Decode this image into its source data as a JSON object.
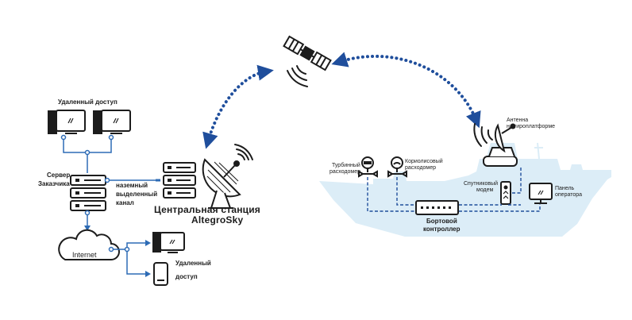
{
  "labels": {
    "remote_access_top": "Удаленный доступ",
    "server_line1": "Сервер",
    "server_line2": "Заказчика",
    "channel_line1": "наземный",
    "channel_line2": "выделенный",
    "channel_line3": "канал",
    "central_line1": "Центральная станция",
    "central_line2": "AltegroSky",
    "internet": "Internet",
    "remote_access_bottom_line1": "Удаленный",
    "remote_access_bottom_line2": "доступ",
    "turbine_line1": "Турбинный",
    "turbine_line2": "расходомер",
    "coriolis_line1": "Кориолисовый",
    "coriolis_line2": "расходомер",
    "antenna_line1": "Антенна",
    "antenna_line2": "на гиро­платформе",
    "modem_line1": "Спутниковый",
    "modem_line2": "модем",
    "panel_line1": "Панель",
    "panel_line2": "оператора",
    "controller_line1": "Бортовой",
    "controller_line2": "контроллер"
  },
  "colors": {
    "link_blue": "#1f4e9c",
    "icon_dark": "#1c1c1c",
    "ship_fill": "#dcedf7",
    "line_blue": "#2d6bb5"
  }
}
